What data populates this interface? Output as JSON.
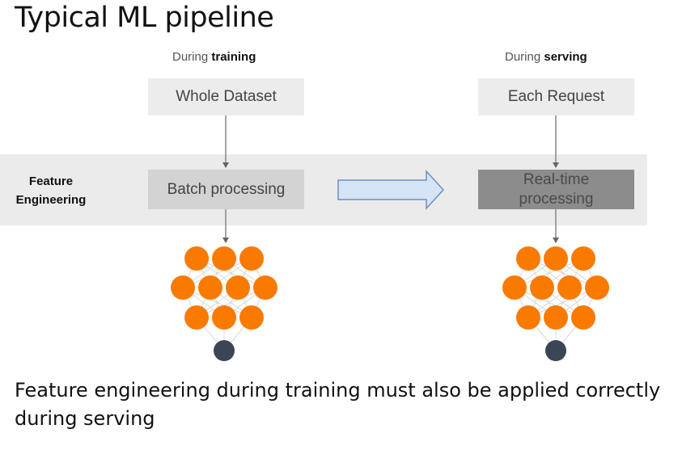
{
  "title": "Typical ML pipeline",
  "band_label": "Feature Engineering",
  "left": {
    "phase_prefix": "During",
    "phase_bold": "training",
    "source": "Whole Dataset",
    "process": "Batch processing"
  },
  "right": {
    "phase_prefix": "During",
    "phase_bold": "serving",
    "source": "Each Request",
    "process": "Real-time processing"
  },
  "caption": "Feature engineering during training must also be applied correctly during serving",
  "colors": {
    "node_orange": "#fa7a00",
    "output_node": "#3b4556",
    "band": "#ebebeb",
    "arrow_fill": "#d6e4f7",
    "arrow_stroke": "#6c8ebf"
  }
}
